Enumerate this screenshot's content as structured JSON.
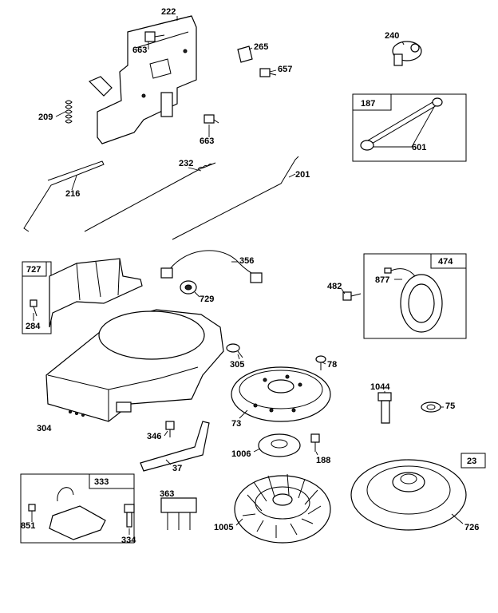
{
  "callouts": {
    "p222": "222",
    "p663a": "663",
    "p209": "209",
    "p663b": "663",
    "p265": "265",
    "p657": "657",
    "p240": "240",
    "p187": "187",
    "p601": "601",
    "p232": "232",
    "p216": "216",
    "p201": "201",
    "p356": "356",
    "p727": "727",
    "p284": "284",
    "p729": "729",
    "p474": "474",
    "p482": "482",
    "p877": "877",
    "p304": "304",
    "p305": "305",
    "p78": "78",
    "p73": "73",
    "p1044": "1044",
    "p75": "75",
    "p346": "346",
    "p37": "37",
    "p1006": "1006",
    "p188": "188",
    "p23": "23",
    "p726": "726",
    "p333": "333",
    "p851": "851",
    "p334": "334",
    "p363": "363",
    "p1005": "1005"
  }
}
